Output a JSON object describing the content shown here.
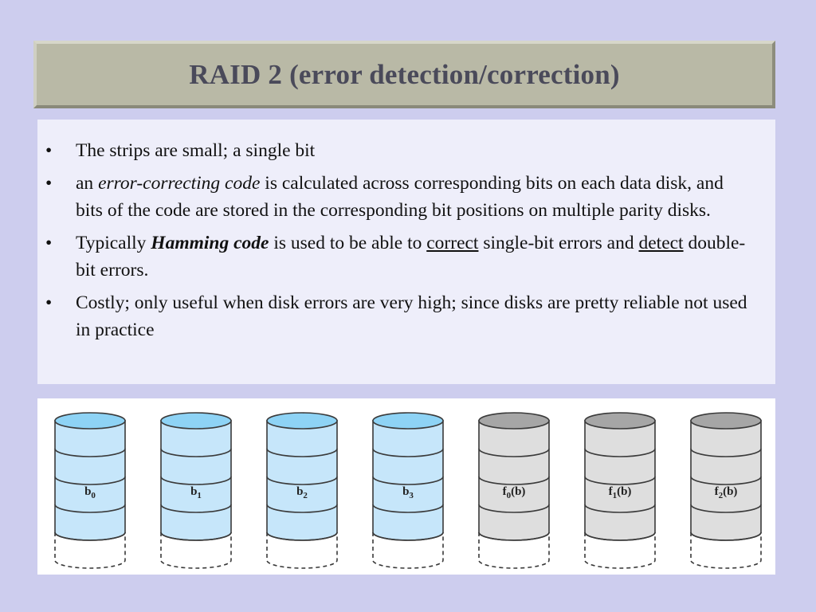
{
  "slide": {
    "title": "RAID 2 (error detection/correction)"
  },
  "bullets": [
    {
      "parts": [
        {
          "text": "The strips are small; a single bit",
          "style": "normal"
        }
      ]
    },
    {
      "parts": [
        {
          "text": "an ",
          "style": "normal"
        },
        {
          "text": "error-correcting code",
          "style": "italic"
        },
        {
          "text": " is calculated across corresponding bits on each data disk, and bits of the code are stored in the corresponding bit positions on multiple parity disks.",
          "style": "normal"
        }
      ]
    },
    {
      "parts": [
        {
          "text": "Typically ",
          "style": "normal"
        },
        {
          "text": "Hamming code",
          "style": "bold-italic"
        },
        {
          "text": " is used to be able to ",
          "style": "normal"
        },
        {
          "text": "correct",
          "style": "underline"
        },
        {
          "text": " single-bit errors and ",
          "style": "normal"
        },
        {
          "text": "detect",
          "style": "underline"
        },
        {
          "text": " double-bit errors.",
          "style": "normal"
        }
      ]
    },
    {
      "parts": [
        {
          "text": "Costly; only useful when disk errors are very high; since disks are pretty reliable not used in practice",
          "style": "normal"
        }
      ]
    }
  ],
  "bullet_glyph": "•",
  "diagram": {
    "disks": [
      {
        "base": "b",
        "sub": "0",
        "suffix": "",
        "kind": "data"
      },
      {
        "base": "b",
        "sub": "1",
        "suffix": "",
        "kind": "data"
      },
      {
        "base": "b",
        "sub": "2",
        "suffix": "",
        "kind": "data"
      },
      {
        "base": "b",
        "sub": "3",
        "suffix": "",
        "kind": "data"
      },
      {
        "base": "f",
        "sub": "0",
        "suffix": "(b)",
        "kind": "parity"
      },
      {
        "base": "f",
        "sub": "1",
        "suffix": "(b)",
        "kind": "parity"
      },
      {
        "base": "f",
        "sub": "2",
        "suffix": "(b)",
        "kind": "parity"
      }
    ],
    "colors": {
      "data_fill": "#c6e6fa",
      "data_top": "#8ed3f5",
      "parity_fill": "#dedede",
      "parity_top": "#a6a6a6",
      "stroke": "#3a3a3a"
    }
  }
}
